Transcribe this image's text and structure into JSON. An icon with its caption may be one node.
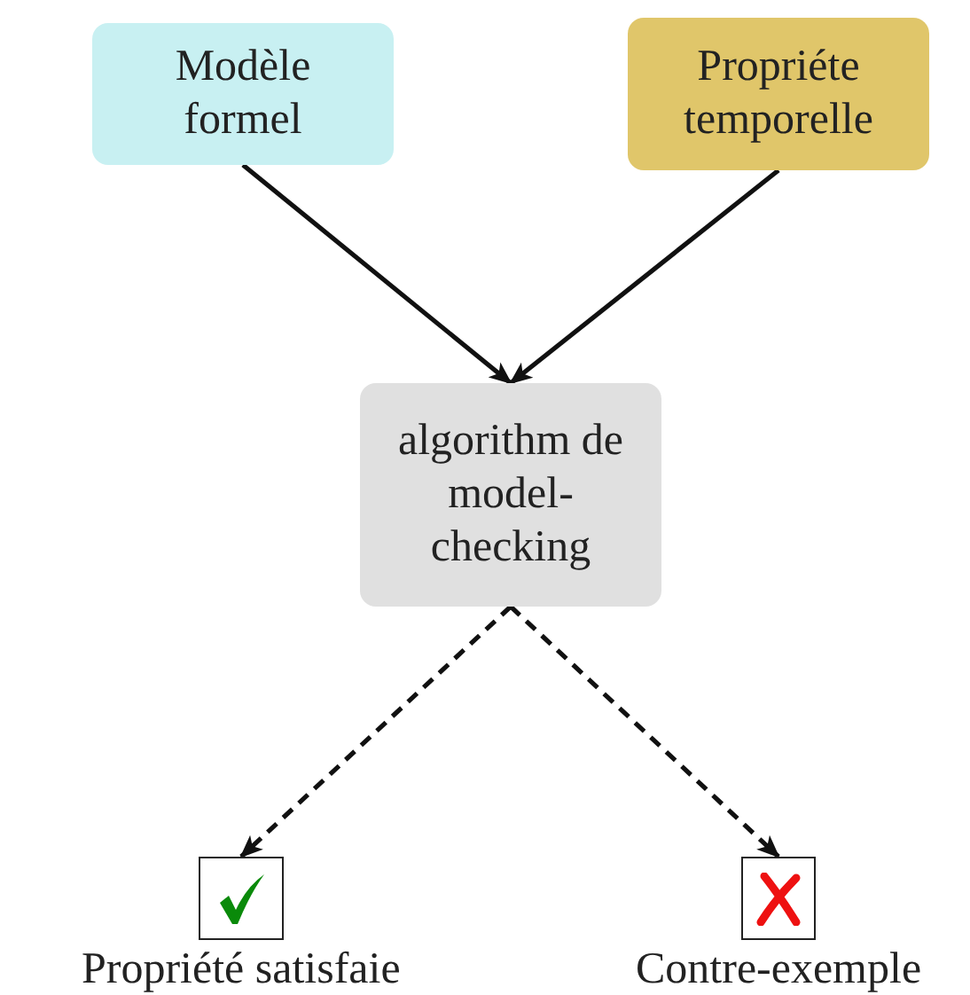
{
  "diagram": {
    "nodes": [
      {
        "text": [
          "Modèle formel"
        ]
      },
      {
        "text": [
          "Propriéte temporelle"
        ]
      },
      {
        "text": [
          "algorithm de model-checking"
        ]
      },
      {
        "text": [],
        "shape": "box",
        "beside": [
          "Propriété satisfaie"
        ]
      },
      {
        "text": [],
        "shape": "box",
        "beside": [
          "Contre-exemple"
        ]
      }
    ],
    "edges": [
      {
        "from": 0,
        "to": 2,
        "arrow": "to"
      },
      {
        "from": 1,
        "to": 2,
        "arrow": "to"
      },
      {
        "from": 2,
        "to": 3,
        "arrow": "to",
        "style": "dashed"
      },
      {
        "from": 2,
        "to": 4,
        "arrow": "to",
        "style": "dashed"
      }
    ]
  }
}
